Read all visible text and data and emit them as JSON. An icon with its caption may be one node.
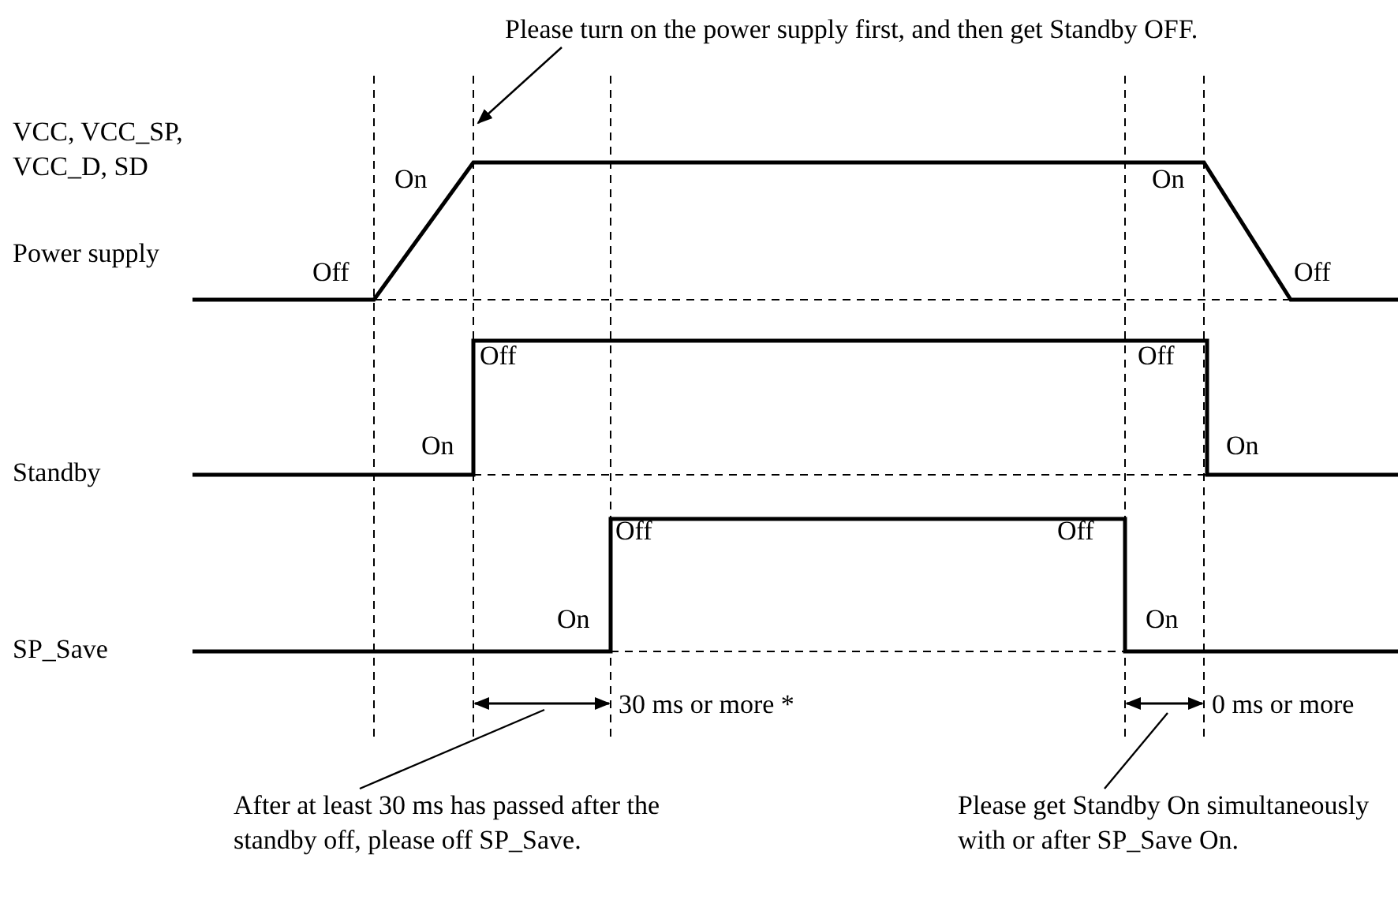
{
  "diagram": {
    "nodes": [
      {
        "text": [
          "Please turn on the power supply first, and then get Standby OFF."
        ]
      },
      {
        "text": [
          "After at least 30 ms has passed after the standby off, please off SP_Save."
        ]
      },
      {
        "text": [
          "Please get Standby On simultaneously with or after SP_Save On."
        ]
      }
    ],
    "edges": [
      {
        "from": 0,
        "to": null,
        "arrow": "to"
      },
      {
        "from": 1,
        "to": null,
        "arrow": "none"
      },
      {
        "from": 2,
        "to": null,
        "arrow": "none"
      }
    ],
    "labels": [
      "VCC, VCC_SP, VCC_D, SD",
      "On",
      "On",
      "Power supply",
      "Off",
      "Off",
      "Off",
      "Off",
      "On",
      "On",
      "Standby",
      "Off",
      "Off",
      "On",
      "On",
      "SP_Save",
      "30 ms or more *",
      "0 ms or more"
    ]
  }
}
